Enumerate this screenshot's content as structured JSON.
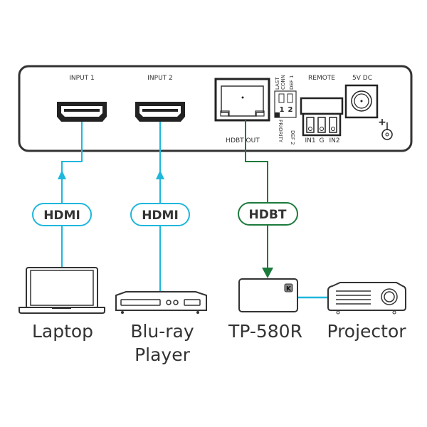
{
  "colors": {
    "hdmi_cable": "#1fb7dc",
    "hdbt_cable": "#1c7a3c",
    "outline": "#333333"
  },
  "device_panel": {
    "input1_label": "INPUT 1",
    "input2_label": "INPUT 2",
    "hdbt_out_label": "HDBT OUT",
    "dip_labels": {
      "last_conn_1": "LAST",
      "last_conn_2": "CONN",
      "def1": "DEF 1",
      "priority": "PRIORITY",
      "def2": "DEF 2",
      "switch1": "1",
      "switch2": "2"
    },
    "remote_label": "REMOTE",
    "remote_pins": [
      "IN1",
      "G",
      "IN2"
    ],
    "power_label": "5V DC",
    "plus_sign": "+"
  },
  "cables": {
    "hdmi1": "HDMI",
    "hdmi2": "HDMI",
    "hdbt": "HDBT"
  },
  "devices": {
    "laptop": "Laptop",
    "bluray_line1": "Blu-ray",
    "bluray_line2": "Player",
    "receiver": "TP-580R",
    "projector": "Projector"
  },
  "icons": [
    "hdmi-port-icon",
    "rj45-port-icon",
    "dip-switch-icon",
    "terminal-block-icon",
    "dc-jack-icon",
    "ground-icon",
    "laptop-icon",
    "bluray-player-icon",
    "receiver-icon",
    "kramer-logo-icon",
    "projector-icon"
  ]
}
